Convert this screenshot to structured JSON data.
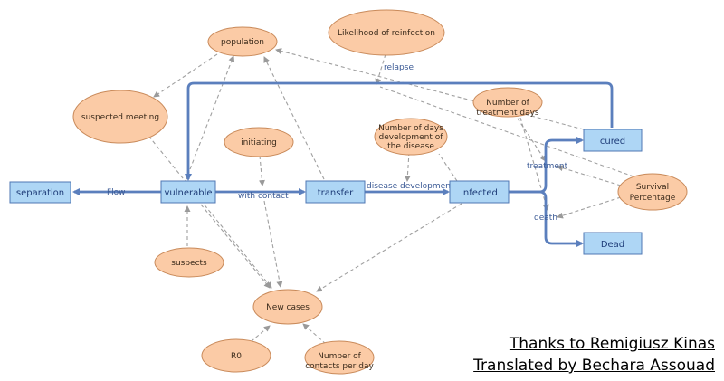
{
  "stocks": {
    "separation": "separation",
    "vulnerable": "vulnerable",
    "transfer": "transfer",
    "infected": "infected",
    "cured": "cured",
    "dead": "Dead"
  },
  "auxiliaries": {
    "population": "population",
    "likelihood": "Likelihood of reinfection",
    "suspected_meeting": "suspected meeting",
    "initiating": "initiating",
    "days_development": [
      "Number of days",
      "development of",
      "the disease"
    ],
    "treatment_days": [
      "Number of",
      "treatment days"
    ],
    "survival": [
      "Survival",
      "Percentage"
    ],
    "suspects": "suspects",
    "new_cases": "New cases",
    "r0": "R0",
    "contacts": [
      "Number of",
      "contacts per day"
    ]
  },
  "flows": {
    "flow": "Flow",
    "with_contact": "with contact",
    "disease_development": "disease development",
    "treatment": "treatment",
    "death": "death",
    "relapse": "relapse"
  },
  "credits": {
    "line1": "Thanks to Remigiusz Kinas",
    "line2": "Translated by Bechara Assouad"
  },
  "colors": {
    "stock_fill": "#aed6f5",
    "aux_fill": "#fbcba6",
    "flow_pipe": "#5b7fbd",
    "link": "#9a9a9a"
  }
}
